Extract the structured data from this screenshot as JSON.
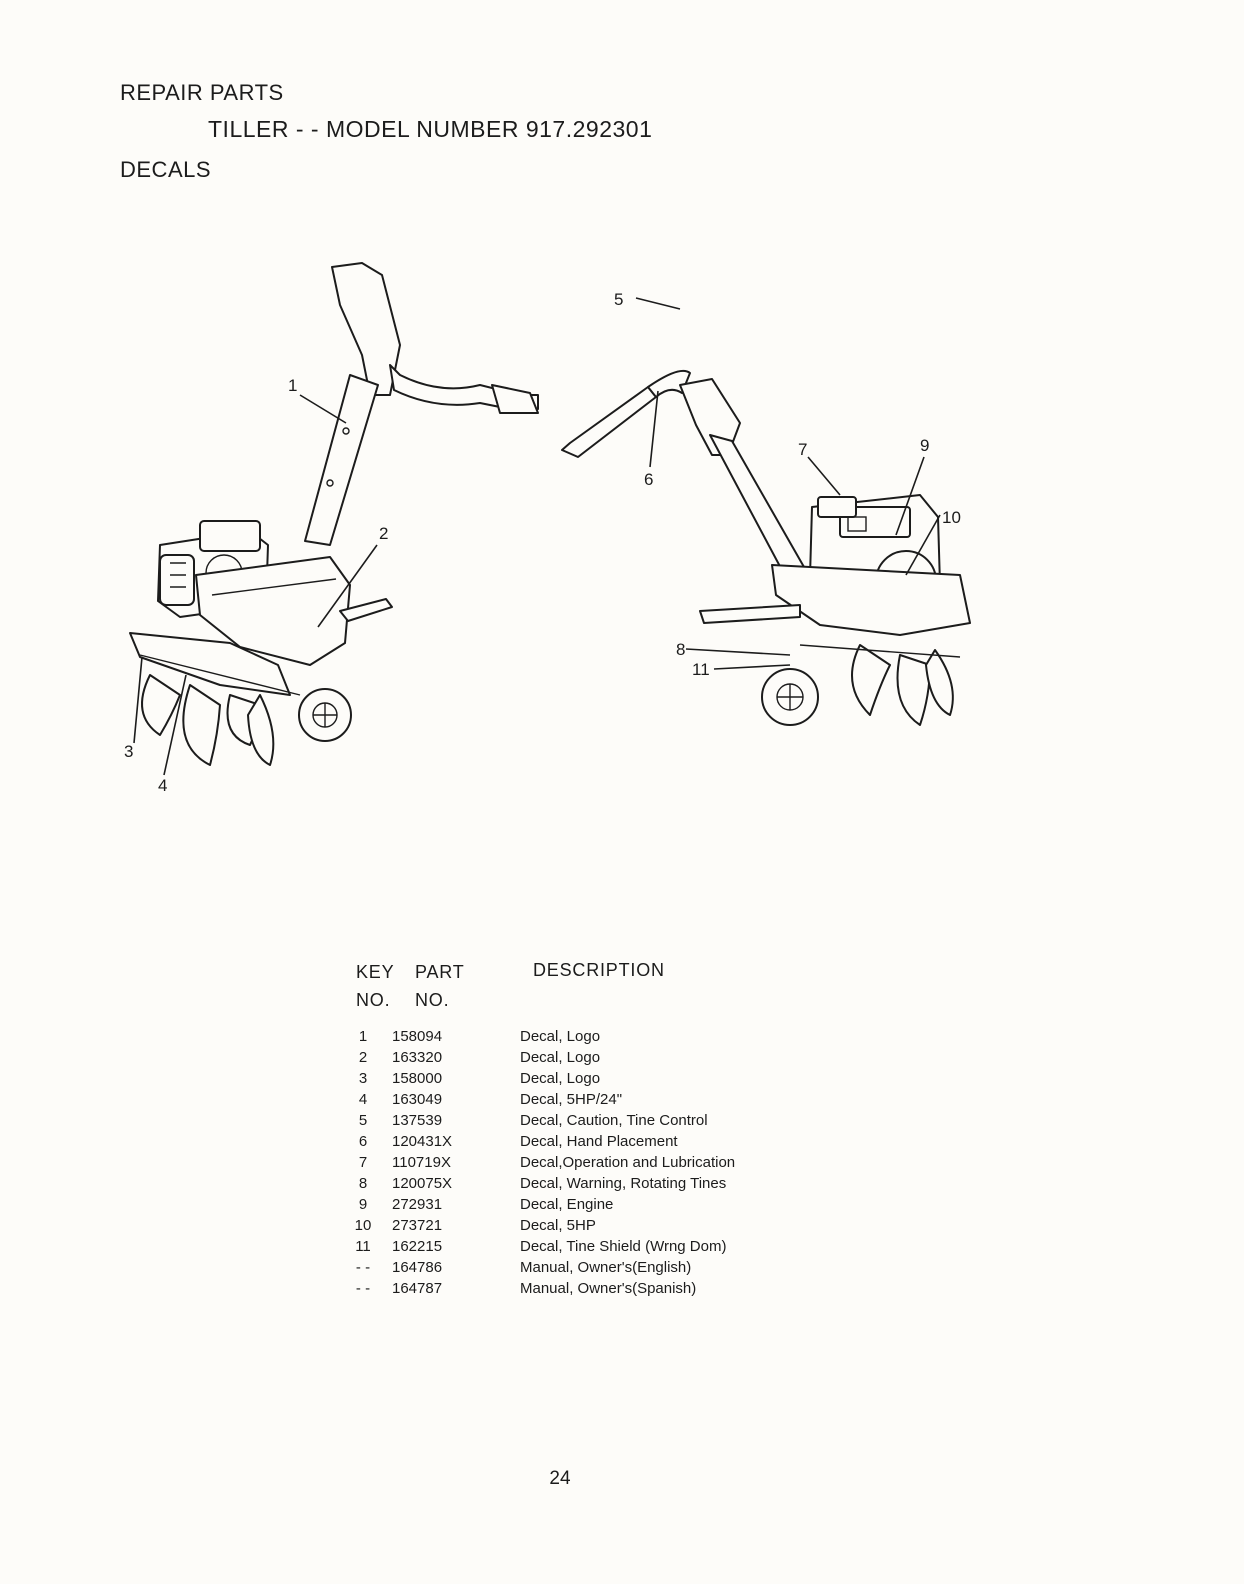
{
  "header": {
    "line1": "REPAIR PARTS",
    "line2": "TILLER - - MODEL NUMBER 917.292301",
    "line3": "DECALS"
  },
  "figure": {
    "callouts": [
      "1",
      "2",
      "3",
      "4",
      "5",
      "6",
      "7",
      "8",
      "9",
      "10",
      "11"
    ]
  },
  "table": {
    "headers": {
      "key": "KEY",
      "part": "PART",
      "description": "DESCRIPTION",
      "no1": "NO.",
      "no2": "NO."
    },
    "rows": [
      {
        "key": "1",
        "part": "158094",
        "description": "Decal, Logo"
      },
      {
        "key": "2",
        "part": "163320",
        "description": "Decal, Logo"
      },
      {
        "key": "3",
        "part": "158000",
        "description": "Decal, Logo"
      },
      {
        "key": "4",
        "part": "163049",
        "description": "Decal, 5HP/24\""
      },
      {
        "key": "5",
        "part": "137539",
        "description": "Decal, Caution, Tine Control"
      },
      {
        "key": "6",
        "part": "120431X",
        "description": "Decal, Hand Placement"
      },
      {
        "key": "7",
        "part": "110719X",
        "description": "Decal,Operation and Lubrication"
      },
      {
        "key": "8",
        "part": "120075X",
        "description": "Decal, Warning, Rotating Tines"
      },
      {
        "key": "9",
        "part": "272931",
        "description": "Decal, Engine"
      },
      {
        "key": "10",
        "part": "273721",
        "description": "Decal, 5HP"
      },
      {
        "key": "11",
        "part": "162215",
        "description": "Decal, Tine Shield (Wrng Dom)"
      },
      {
        "key": "- -",
        "part": "164786",
        "description": "Manual, Owner's(English)"
      },
      {
        "key": "- -",
        "part": "164787",
        "description": "Manual, Owner's(Spanish)"
      }
    ]
  },
  "page_number": "24"
}
